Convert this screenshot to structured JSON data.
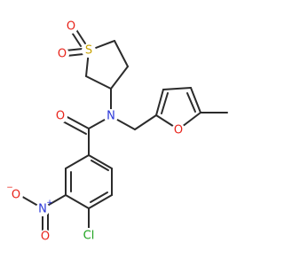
{
  "molecule": {
    "atoms": {
      "S": "S",
      "O_sulfone_a": "O",
      "O_sulfone_b": "O",
      "N_amide": "N",
      "O_furan": "O",
      "O_carbonyl": "O",
      "N_nitro": "N",
      "N_nitro_charge": "+",
      "O_nitro_a": "O",
      "O_nitro_a_charge": "−",
      "O_nitro_b": "O",
      "Cl": "Cl"
    },
    "colors": {
      "bond": "#2b2b2b",
      "S": "#c9a300",
      "O": "#e8231a",
      "N": "#2a36d9",
      "Cl": "#1fa31f"
    }
  }
}
